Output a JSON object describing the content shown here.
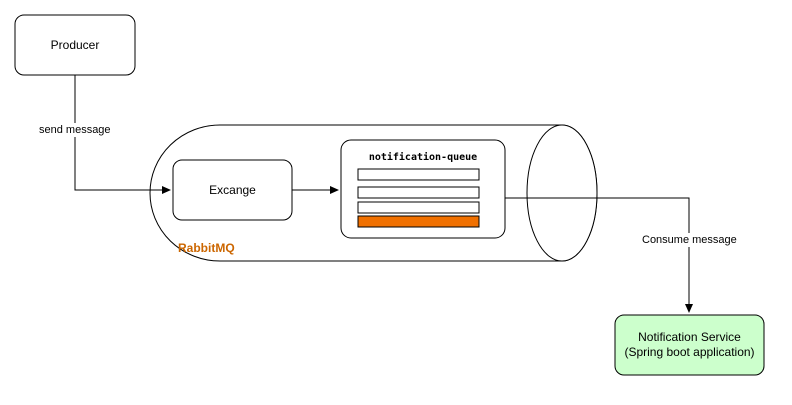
{
  "nodes": {
    "producer": {
      "label": "Producer"
    },
    "exchange": {
      "label": "Excange"
    },
    "queue": {
      "title": "notification-queue",
      "slots": 4,
      "active_slot_color": "#f07000"
    },
    "broker": {
      "label": "RabbitMQ",
      "label_color": "#cc6600"
    },
    "service": {
      "label": "Notification Service\n(Spring boot application)",
      "fill": "#ccffcc"
    }
  },
  "edges": {
    "send": {
      "label": "send message"
    },
    "consume": {
      "label": "Consume message"
    }
  }
}
